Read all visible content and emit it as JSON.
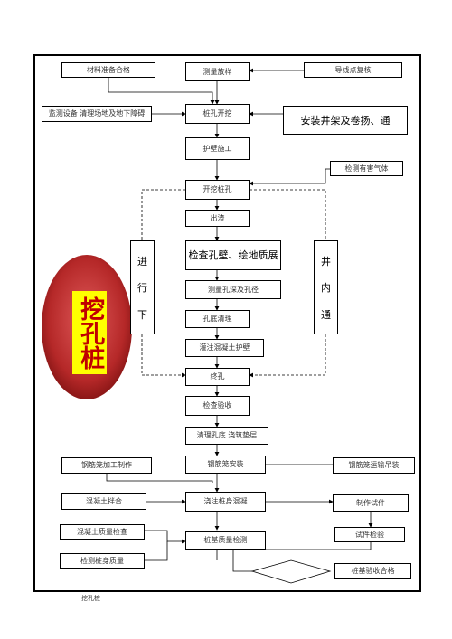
{
  "diagram": {
    "badge": "挖孔桩",
    "caption": "挖孔桩",
    "nodes": {
      "top_left": "材料准备合格",
      "top_center": "测量放样",
      "top_right": "导线点复核",
      "left_row2": "监测设备   清理场地及地下障碍",
      "center_row2": "桩孔开挖",
      "right_row2": "安装井架及卷扬、通",
      "center_row3": "护壁施工",
      "right_row4": "检测有害气体",
      "center_row5": "开挖桩孔",
      "center_row6": "出渣",
      "center_row7": "检查孔壁、绘地质展",
      "center_row8": "测量孔深及孔径",
      "center_row9": "孔底清理",
      "center_row10": "灌注混凝土护壁",
      "center_row11": "终孔",
      "center_row12": "检查验收",
      "center_row13": "清理孔底  浇筑垫层",
      "center_row14": "钢筋笼安装",
      "left_row14": "钢筋笼加工制作",
      "right_row14": "钢筋笼运输吊装",
      "left_row15": "混凝土拌合",
      "center_row15": "浇注桩身混凝",
      "right_row15": "制作试件",
      "right_row16": "试件检验",
      "left_row16a": "混凝土质量检查",
      "left_row16b": "检测桩身质量",
      "center_row16": "桩基质量检测",
      "right_row17": "桩基验收合格"
    },
    "side_left": [
      "进",
      "行",
      "下"
    ],
    "side_right": [
      "井",
      "内",
      "通"
    ]
  }
}
